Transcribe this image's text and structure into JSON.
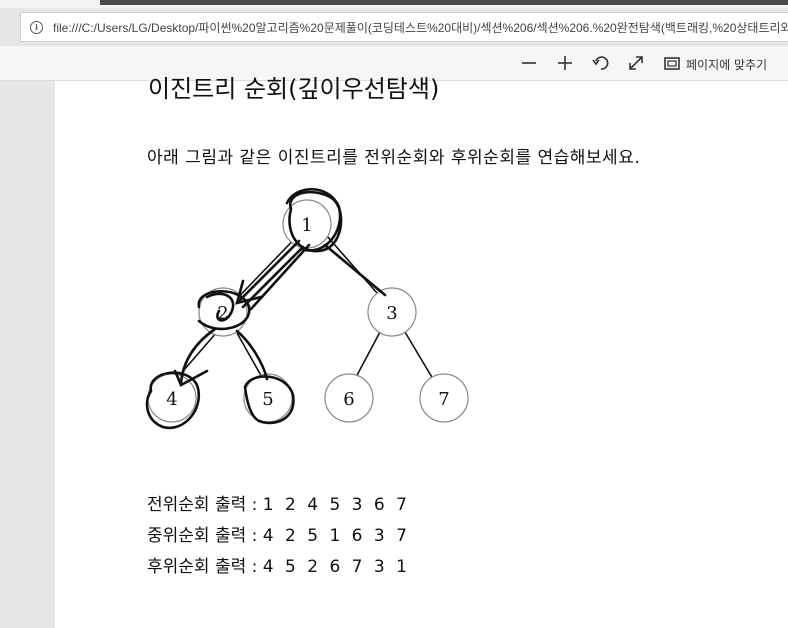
{
  "browser": {
    "url": "file:///C:/Users/LG/Desktop/파이썬%20알고리즘%20문제풀이(코딩테스트%20대비)/섹션%206/섹션%206.%20완전탐색(백트래킹,%20상태트리와%"
  },
  "pdf_toolbar": {
    "fit_page_label": "페이지에 맞추기",
    "icons": [
      "zoom-out-icon",
      "zoom-in-icon",
      "rotate-icon",
      "fullscreen-icon",
      "fit-page-icon"
    ]
  },
  "document": {
    "title": "이진트리 순회(깊이우선탐색)",
    "instruction": "아래 그림과 같은 이진트리를 전위순회와 후위순회를 연습해보세요.",
    "tree_nodes": [
      "1",
      "2",
      "3",
      "4",
      "5",
      "6",
      "7"
    ],
    "results": [
      {
        "label": "전위순회 출력 :",
        "sequence": "1 2 4 5 3 6 7"
      },
      {
        "label": "중위순회 출력 :",
        "sequence": "4 2 5 1 6 3 7"
      },
      {
        "label": "후위순회 출력 :",
        "sequence": "4 5 2 6 7 3 1"
      }
    ]
  }
}
